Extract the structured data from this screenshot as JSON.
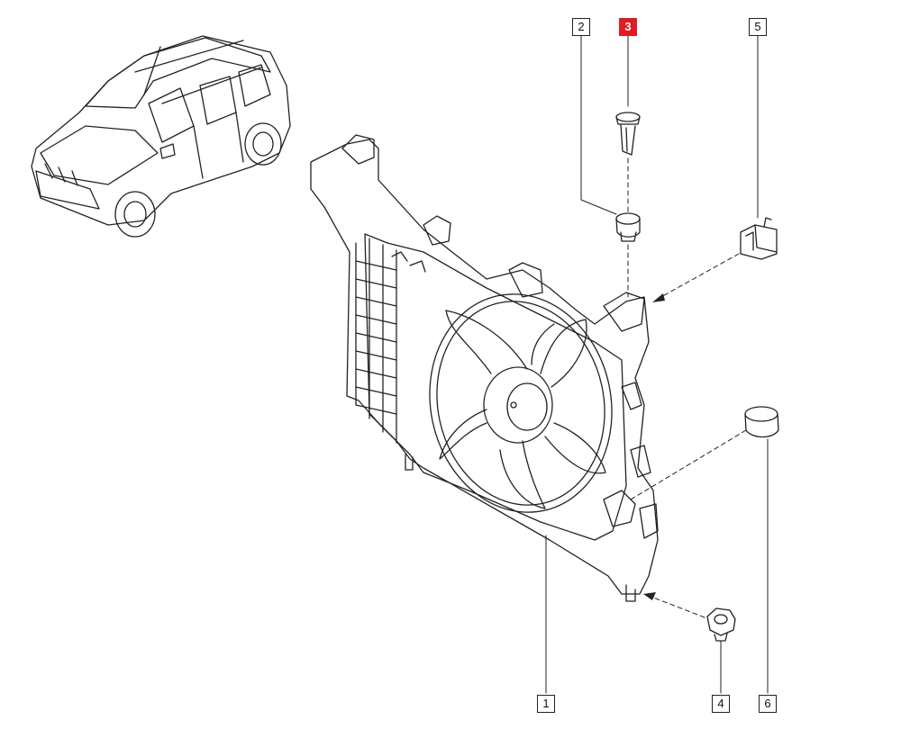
{
  "callouts": [
    {
      "label": "1"
    },
    {
      "label": "2"
    },
    {
      "label": "3",
      "highlighted": true
    },
    {
      "label": "4"
    },
    {
      "label": "5"
    },
    {
      "label": "6"
    }
  ],
  "colors": {
    "highlight": "#e11b22",
    "line": "#222222"
  }
}
